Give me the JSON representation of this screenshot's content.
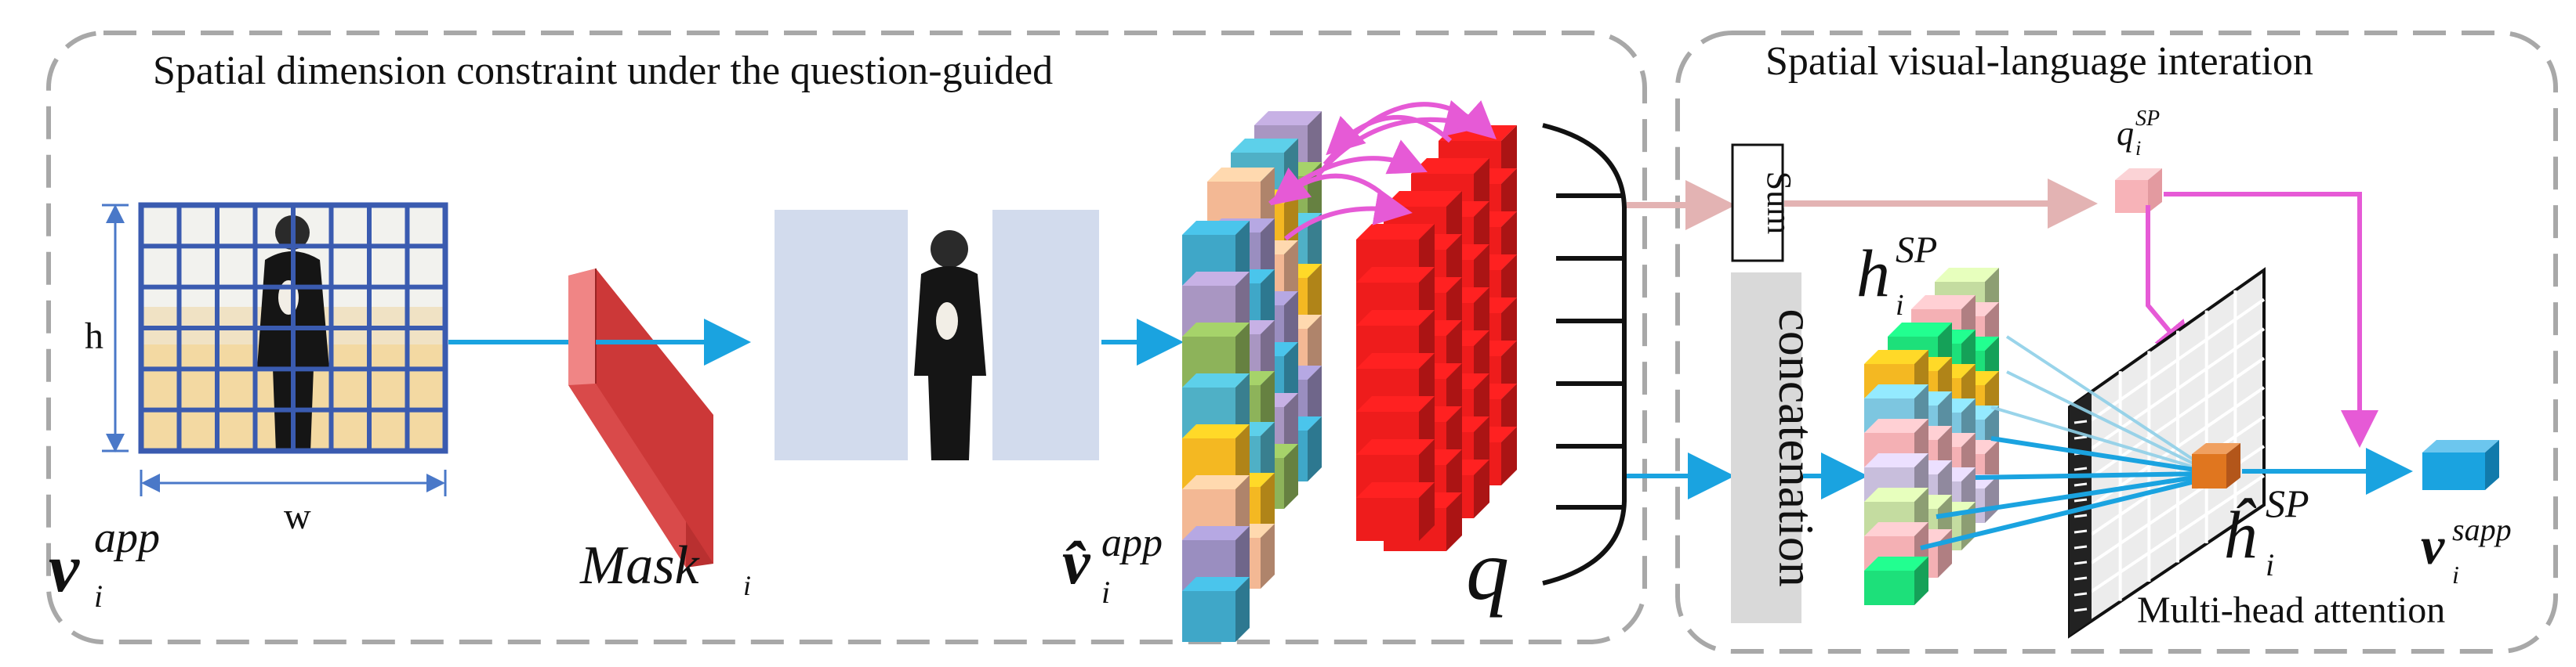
{
  "panels": {
    "left_title": "Spatial dimension constraint under the question-guided",
    "right_title": "Spatial visual-language interation"
  },
  "labels": {
    "h": "h",
    "w": "w",
    "v_app_base": "v",
    "v_app_sub": "i",
    "v_app_sup": "app",
    "mask_base": "Mask",
    "mask_sub": "i",
    "vhat_base": "v̂",
    "vhat_sub": "i",
    "vhat_sup": "app",
    "q": "q",
    "sum": "Sum",
    "concatenation": "concatenation",
    "q_sp_base": "q",
    "q_sp_sub": "i",
    "q_sp_sup": "SP",
    "h_sp_base": "h",
    "h_sp_sub": "i",
    "h_sp_sup": "SP",
    "hhat_sp_base": "ĥ",
    "hhat_sp_sub": "i",
    "hhat_sp_sup": "SP",
    "v_sapp_base": "v",
    "v_sapp_sub": "i",
    "v_sapp_sup": "sapp",
    "mha": "Multi-head attention"
  },
  "colors": {
    "arrow_blue": "#1aa3e0",
    "arrow_pink": "#e65ad6",
    "arrow_mauve": "#e3b3b3",
    "dash": "#a8a8a8",
    "mask_red": "#d94a4a",
    "grid_blue": "#3a5bb0",
    "feature_red": "#ee1c1c",
    "output_cyan": "#1aa3e0",
    "attended_orange": "#e0761f",
    "query_pink": "#f7b3b8"
  },
  "icons": {
    "video_frame": "boy-photo-grid",
    "masked_frame": "boy-photo-masked",
    "mask": "red-mask-slab",
    "features": "cube-stack",
    "attention": "attention-matrix"
  }
}
